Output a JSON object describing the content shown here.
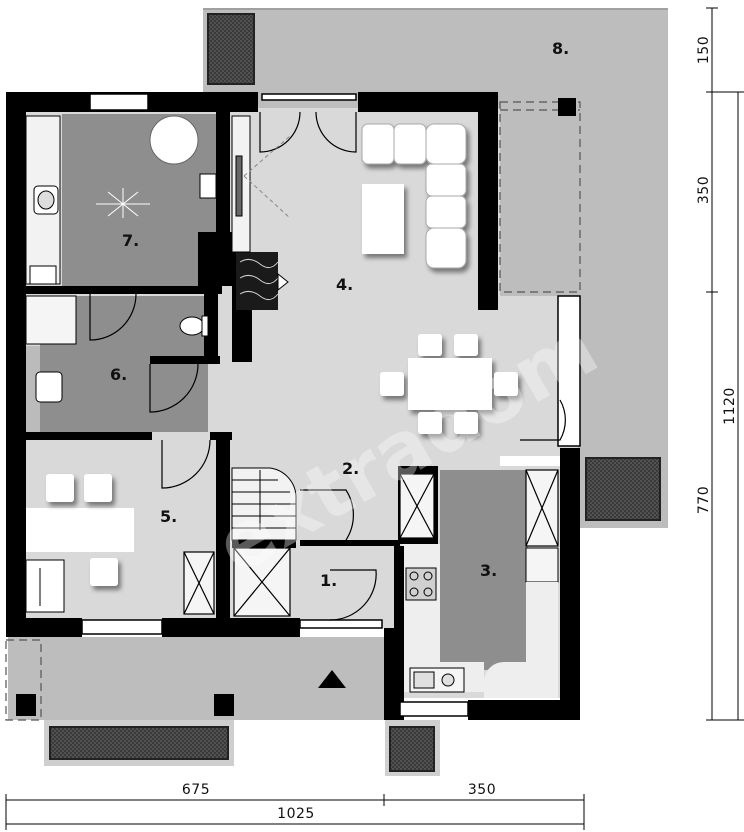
{
  "plan": {
    "rooms": [
      {
        "id": "r1",
        "label": "1."
      },
      {
        "id": "r2",
        "label": "2."
      },
      {
        "id": "r3",
        "label": "3."
      },
      {
        "id": "r4",
        "label": "4."
      },
      {
        "id": "r5",
        "label": "5."
      },
      {
        "id": "r6",
        "label": "6."
      },
      {
        "id": "r7",
        "label": "7."
      },
      {
        "id": "r8",
        "label": "8."
      }
    ],
    "dimensions": {
      "bottom_left": "675",
      "bottom_right": "350",
      "bottom_total": "1025",
      "right_top": "150",
      "right_middle": "350",
      "right_bottom": "770",
      "right_total": "1120"
    },
    "watermark": "extradom",
    "colors": {
      "wall": "#000000",
      "floor_light": "#d9d9d9",
      "floor_dark": "#8c8c8c",
      "terrace": "#bfbfbf",
      "planter": "#404040"
    }
  }
}
